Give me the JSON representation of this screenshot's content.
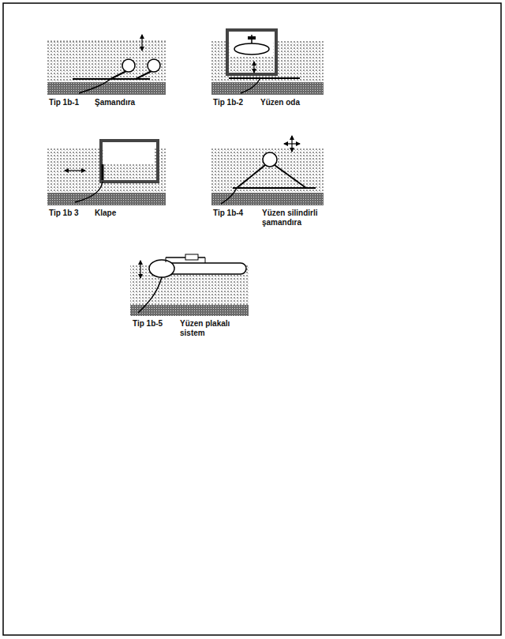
{
  "diagram": {
    "labels": [
      "Tip 1b-1",
      "Şamandıra",
      "Tip 1b-2",
      "Yüzen oda",
      "Tip 1b 3",
      "Klape",
      "Tip 1b-4",
      "Yüzen silindirli şamandıra",
      "Tip 1b-5",
      "Yüzen plakalı sistem"
    ]
  }
}
